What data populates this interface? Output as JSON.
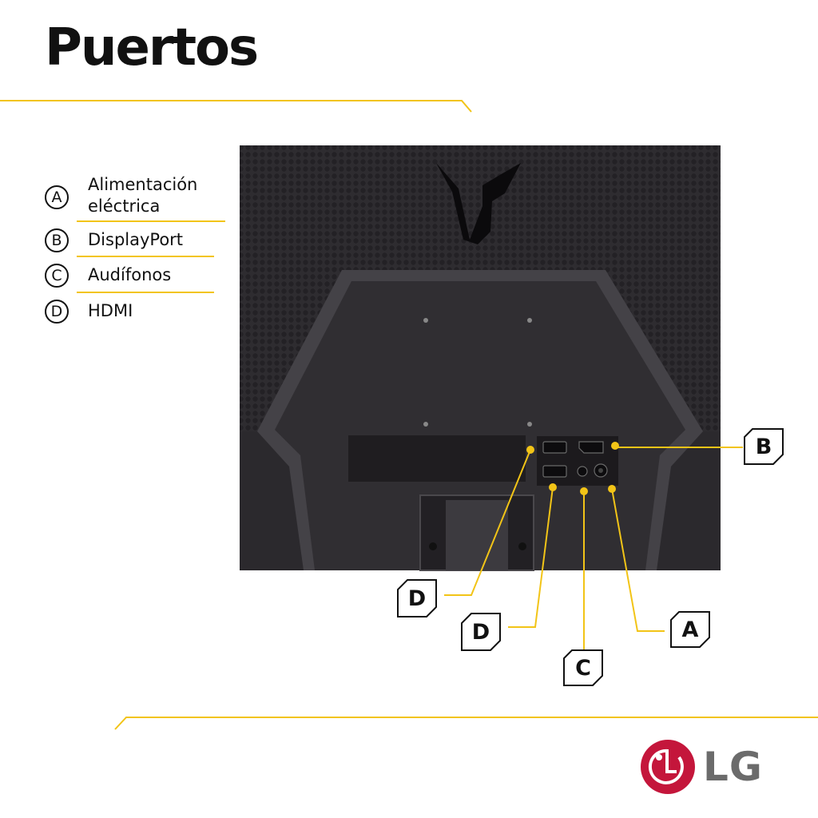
{
  "title": "Puertos",
  "legend": [
    {
      "letter": "A",
      "line1": "Alimentación",
      "line2": "eléctrica"
    },
    {
      "letter": "B",
      "line1": "DisplayPort"
    },
    {
      "letter": "C",
      "line1": "Audífonos"
    },
    {
      "letter": "D",
      "line1": "HDMI"
    }
  ],
  "callouts": {
    "b": "B",
    "d1": "D",
    "d2": "D",
    "a": "A",
    "c": "C"
  },
  "logo_text": "LG",
  "colors": {
    "accent": "#f2c417",
    "monitor": "#2b292d",
    "logo_red": "#c4163b"
  }
}
